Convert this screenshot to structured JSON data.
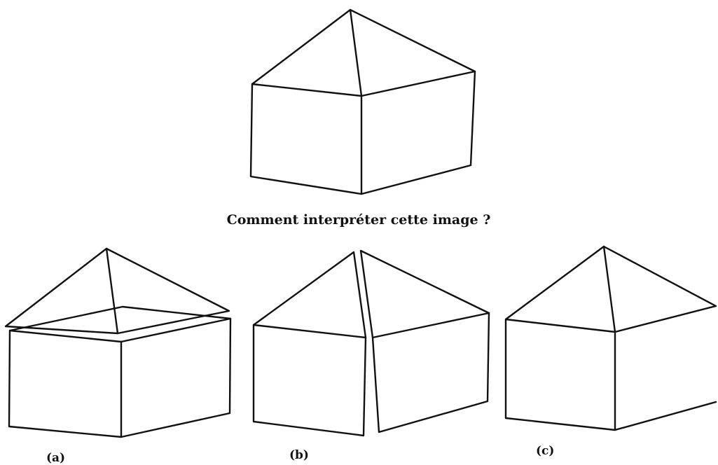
{
  "question": "Comment interpréter cette image ?",
  "labels": {
    "a": "(a)",
    "b": "(b)",
    "c": "(c)"
  },
  "colors": {
    "line": "#111111",
    "background": "#ffffff"
  }
}
